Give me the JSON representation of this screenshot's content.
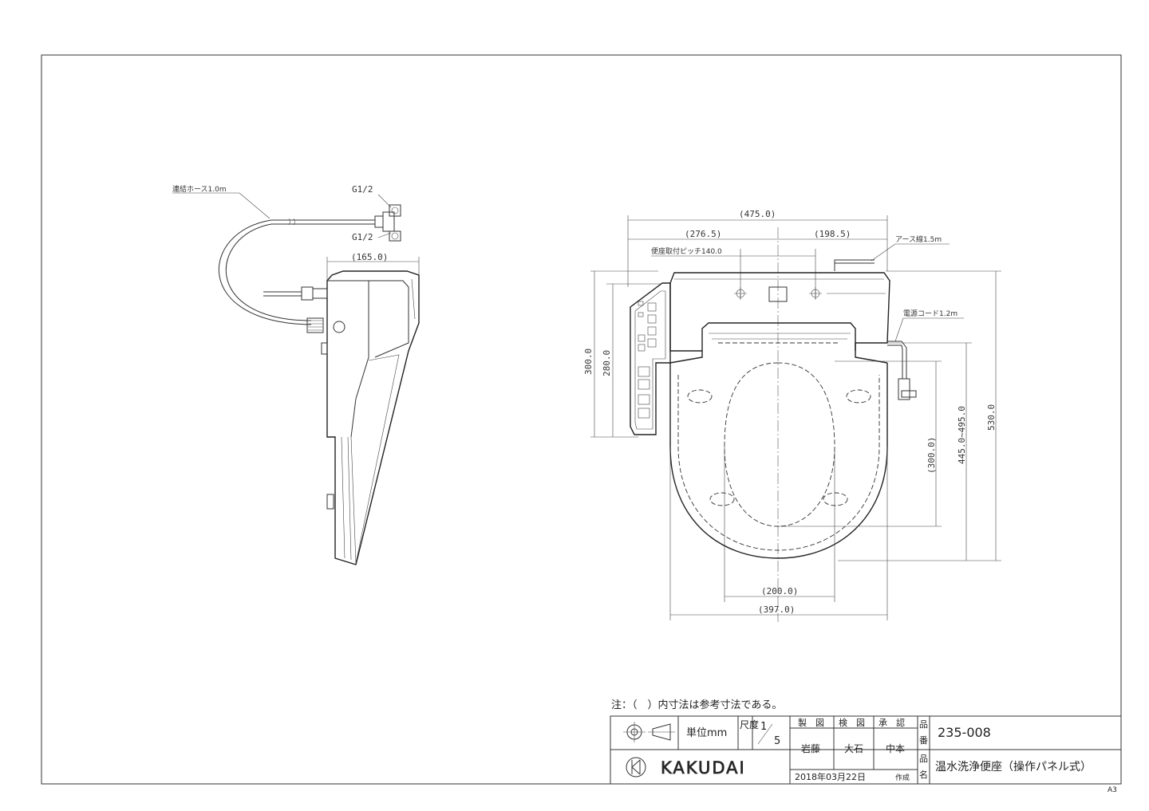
{
  "side_view": {
    "hose_label": "連結ホース1.0m",
    "fitting_top": "G1/2",
    "fitting_bottom": "G1/2",
    "depth": "(165.0)"
  },
  "front_view": {
    "overall_width": "(475.0)",
    "left_offset": "(276.5)",
    "right_offset": "(198.5)",
    "pitch_label": "便座取付ピッチ140.0",
    "earth_label": "アース線1.5m",
    "cord_label": "電源コード1.2m",
    "panel_h1": "300.0",
    "panel_h2": "280.0",
    "opening_h": "(300.0)",
    "seat_range": "445.0~495.0",
    "total_len": "530.0",
    "opening_w": "(200.0)",
    "seat_w": "(397.0)"
  },
  "note": "注：（　）内寸法は参考寸法である。",
  "title_block": {
    "unit_label": "単位mm",
    "scale_label": "尺度",
    "scale_num": "1",
    "scale_den": "5",
    "drawn_label": "製　図",
    "checked_label": "検　図",
    "approved_label": "承　認",
    "drawn_by": "岩藤",
    "checked_by": "大石",
    "approved_by": "中本",
    "part_no_label": "品番",
    "part_no": "235-008",
    "name_label": "品名",
    "name": "温水洗浄便座（操作パネル式）",
    "brand": "KAKUDAI",
    "date": "2018年03月22日",
    "created": "作成"
  },
  "sheet_size": "A3"
}
